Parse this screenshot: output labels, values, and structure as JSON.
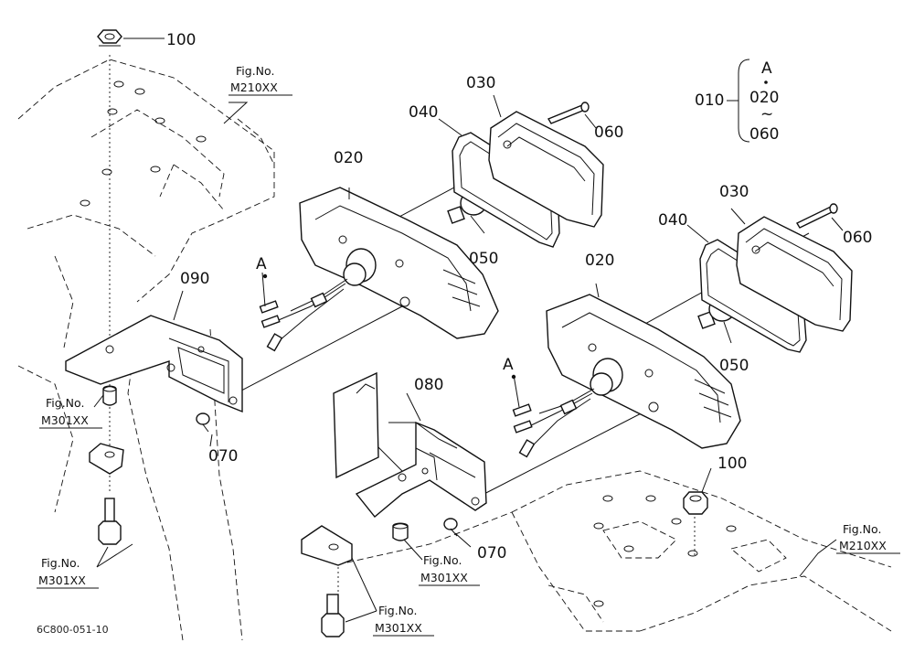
{
  "labels": {
    "nut_top": "100",
    "nut_right": "100",
    "housing_left": "020",
    "housing_right": "020",
    "lens_left": "030",
    "lens_right": "030",
    "gasket_left": "040",
    "gasket_right": "040",
    "bulb_left": "050",
    "bulb_right": "050",
    "screw_left": "060",
    "screw_right": "060",
    "clip_left": "070",
    "clip_right": "070",
    "bracket_right": "080",
    "bracket_left": "090",
    "wire_left": "A",
    "wire_right": "A"
  },
  "assembly_note": {
    "parent": "010",
    "items": [
      "A",
      "020",
      "060"
    ],
    "range_symbol": "~"
  },
  "fig_refs": {
    "frame_top": {
      "line1": "Fig.No.",
      "line2": "M210XX"
    },
    "frame_right": {
      "line1": "Fig.No.",
      "line2": "M210XX"
    },
    "mount_left_upper": {
      "line1": "Fig.No.",
      "line2": "M301XX"
    },
    "mount_left_lower": {
      "line1": "Fig.No.",
      "line2": "M301XX"
    },
    "mount_mid": {
      "line1": "Fig.No.",
      "line2": "M301XX"
    },
    "mount_bottom": {
      "line1": "Fig.No.",
      "line2": "M301XX"
    }
  },
  "drawing_code": "6C800-051-10"
}
